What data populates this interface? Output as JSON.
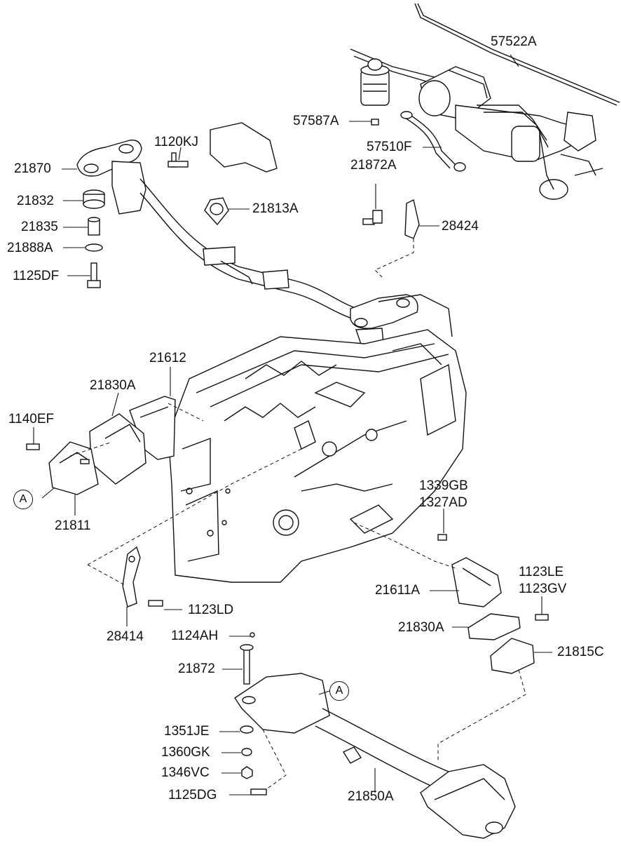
{
  "diagram": {
    "labels": {
      "p57522A": "57522A",
      "p57587A": "57587A",
      "p57510F": "57510F",
      "p21870": "21870",
      "p1120KJ": "1120KJ",
      "p21832": "21832",
      "p21813A": "21813A",
      "p21835": "21835",
      "p21888A": "21888A",
      "p1125DF": "1125DF",
      "p21872A": "21872A",
      "p28424": "28424",
      "p21612": "21612",
      "p21830A_top": "21830A",
      "p1140EF": "1140EF",
      "p21811": "21811",
      "p1339GB": "1339GB",
      "p1327AD": "1327AD",
      "p1123LE": "1123LE",
      "p1123GV": "1123GV",
      "p21611A": "21611A",
      "p21830A_bottom": "21830A",
      "p21815C": "21815C",
      "p1123LD": "1123LD",
      "p28414": "28414",
      "p1124AH": "1124AH",
      "p21872": "21872",
      "p1351JE": "1351JE",
      "p1360GK": "1360GK",
      "p1346VC": "1346VC",
      "p1125DG": "1125DG",
      "p21850A": "21850A"
    },
    "ref_markers": {
      "a_left": "A",
      "a_right": "A"
    }
  }
}
